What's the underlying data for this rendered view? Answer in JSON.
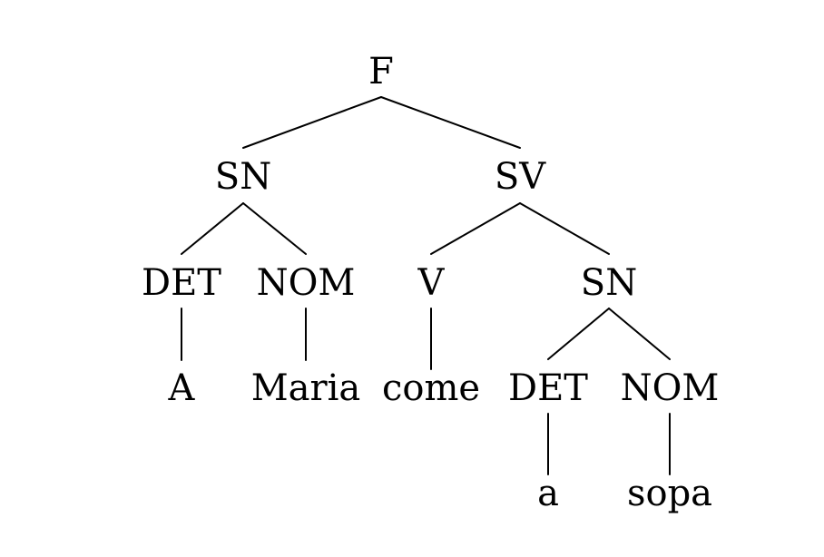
{
  "tree": {
    "labels": {
      "root": "F",
      "sn_subject": "SN",
      "sv": "SV",
      "det_subject": "DET",
      "nom_subject": "NOM",
      "verb": "V",
      "sn_object": "SN",
      "word_a_upper": "A",
      "word_maria": "Maria",
      "word_come": "come",
      "det_object": "DET",
      "nom_object": "NOM",
      "word_a_lower": "a",
      "word_sopa": "sopa"
    }
  }
}
